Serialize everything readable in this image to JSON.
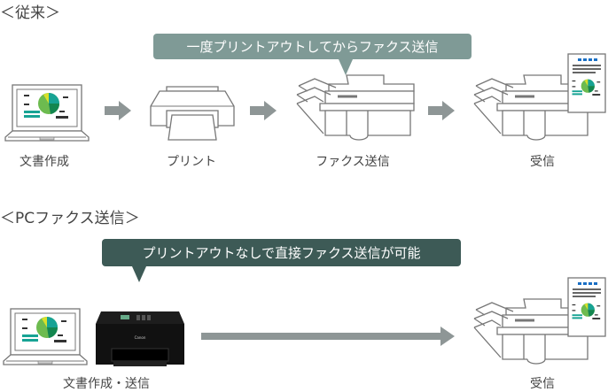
{
  "conventional": {
    "heading": "＜従来＞",
    "bubble": "一度プリントアウトしてからファクス送信",
    "steps": [
      {
        "label": "文書作成",
        "icon": "laptop-icon"
      },
      {
        "label": "プリント",
        "icon": "printer-icon"
      },
      {
        "label": "ファクス送信",
        "icon": "fax-icon"
      },
      {
        "label": "受信",
        "icon": "fax-received-icon"
      }
    ]
  },
  "pcfax": {
    "heading": "＜PCファクス送信＞",
    "bubble": "プリントアウトなしで直接ファクス送信が可能",
    "steps": [
      {
        "label": "文書作成・送信",
        "icon": "laptop-and-canon-printer-icon"
      },
      {
        "label": "受信",
        "icon": "fax-received-icon"
      }
    ]
  },
  "colors": {
    "bubble_light": "#7f9a96",
    "bubble_dark": "#3d5a56",
    "arrow": "#8e9696",
    "chart_green": "#1a9a5a",
    "chart_teal": "#17a394"
  }
}
